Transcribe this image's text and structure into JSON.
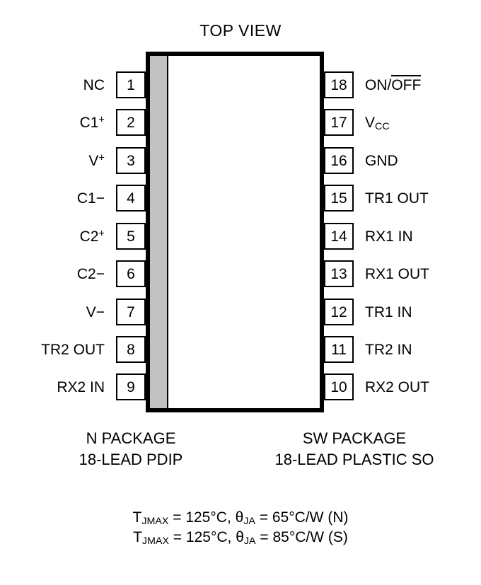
{
  "title": "TOP VIEW",
  "package": {
    "left": {
      "name": "N PACKAGE",
      "lead": "18-LEAD PDIP"
    },
    "right": {
      "name": "SW PACKAGE",
      "lead": "18-LEAD PLASTIC SO"
    }
  },
  "colors": {
    "outline": "#000000",
    "notch_stripe": "#c2c2c2",
    "body_fill": "#ffffff",
    "background": "#ffffff"
  },
  "pins_left": [
    {
      "number": "1",
      "label": "NC"
    },
    {
      "number": "2",
      "label": "C1+"
    },
    {
      "number": "3",
      "label": "V+"
    },
    {
      "number": "4",
      "label": "C1−"
    },
    {
      "number": "5",
      "label": "C2+"
    },
    {
      "number": "6",
      "label": "C2−"
    },
    {
      "number": "7",
      "label": "V−"
    },
    {
      "number": "8",
      "label": "TR2 OUT"
    },
    {
      "number": "9",
      "label": "RX2 IN"
    }
  ],
  "pins_right": [
    {
      "number": "18",
      "label": "ON/OFF"
    },
    {
      "number": "17",
      "label": "VCC"
    },
    {
      "number": "16",
      "label": "GND"
    },
    {
      "number": "15",
      "label": "TR1 OUT"
    },
    {
      "number": "14",
      "label": "RX1 IN"
    },
    {
      "number": "13",
      "label": "RX1 OUT"
    },
    {
      "number": "12",
      "label": "TR1 IN"
    },
    {
      "number": "11",
      "label": "TR2 IN"
    },
    {
      "number": "10",
      "label": "RX2 OUT"
    }
  ],
  "thermal": {
    "line1": "TJMAX = 125°C, θJA = 65°C/W (N)",
    "line2": "TJMAX = 125°C, θJA = 85°C/W (S)",
    "symbol_t": "T",
    "symbol_theta": "θ",
    "sub_jmax": "JMAX",
    "sub_ja": "JA",
    "tj_value": "125°C",
    "theta_n_value": "65°C/W",
    "theta_s_value": "85°C/W",
    "pkg_n": "(N)",
    "pkg_s": "(S)",
    "eq": "=",
    "comma": ","
  }
}
